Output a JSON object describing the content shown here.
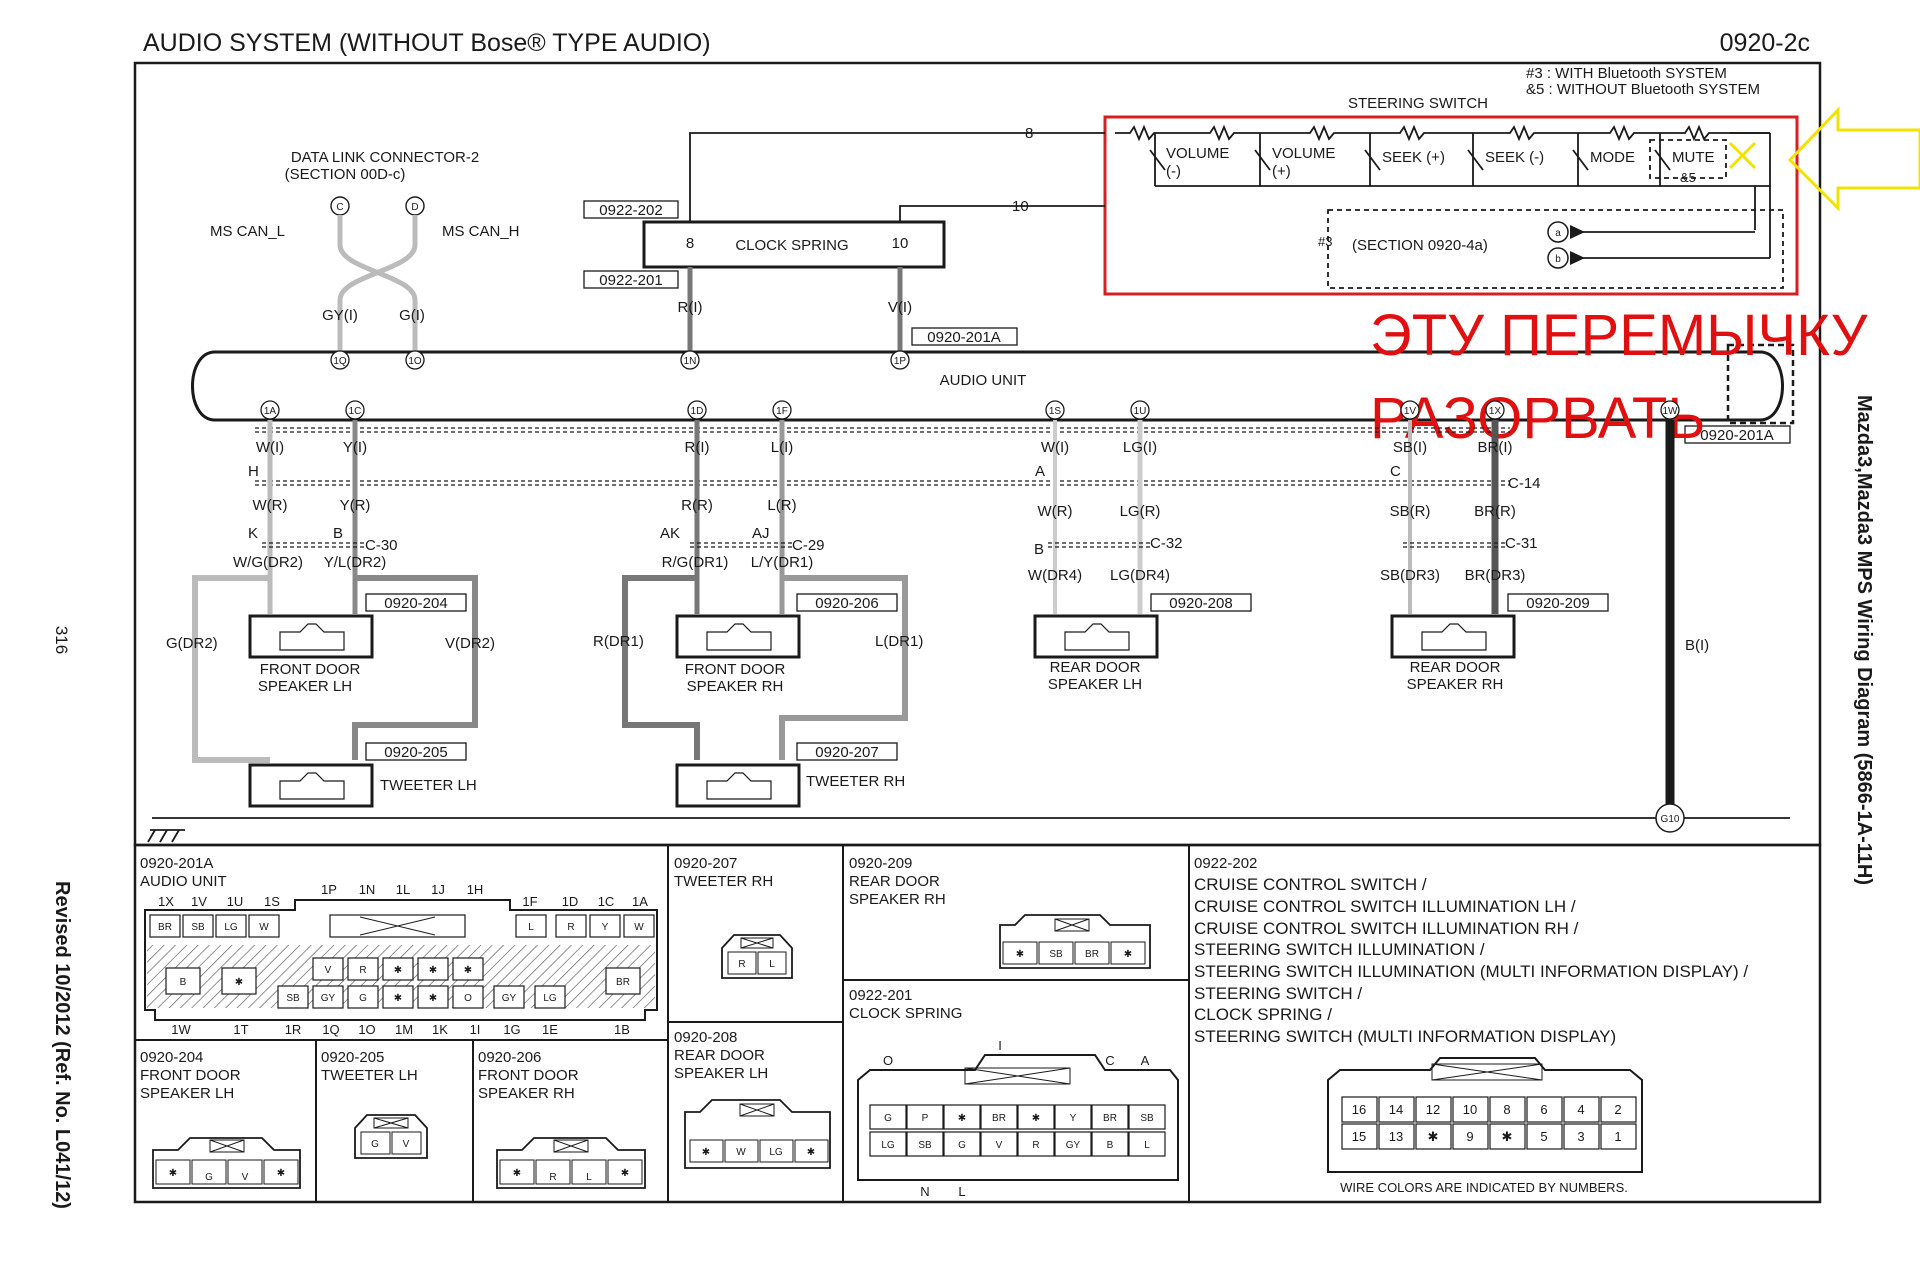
{
  "header": {
    "title": "AUDIO SYSTEM (WITHOUT Bose® TYPE AUDIO)",
    "code": "0920-2c",
    "note1": "#3 : WITH Bluetooth SYSTEM",
    "note2": "&5 : WITHOUT Bluetooth SYSTEM"
  },
  "side": {
    "page_number": "316",
    "revised": "Revised 10/2012 (Ref. No. L041/12)",
    "vehicle": "Mazda3,Mazda3 MPS Wiring Diagram (5866-1A-11H)"
  },
  "annotation": {
    "line1": "ЭТУ ПЕРЕМЫЧКУ",
    "line2": "РАЗОРВАТЬ",
    "color": "#e01010",
    "arrow_color": "#f2e200"
  },
  "steering": {
    "title": "STEERING SWITCH",
    "switches": [
      "VOLUME",
      "(-)",
      "VOLUME",
      "(+)",
      "SEEK (+)",
      "SEEK (-)",
      "MODE",
      "MUTE",
      "&5"
    ],
    "wire_a": "8",
    "wire_b": "10",
    "section_mark": "#3",
    "section": "(SECTION 0920-4a)",
    "pin_a": "a",
    "pin_b": "b"
  },
  "dlc": {
    "title": "DATA LINK CONNECTOR-2",
    "section": "(SECTION 00D-c)",
    "pin_c": "C",
    "pin_d": "D",
    "can_l": "MS CAN_L",
    "can_h": "MS CAN_H",
    "wire_l": "GY(I)",
    "wire_h": "G(I)"
  },
  "clock_spring": {
    "label": "CLOCK SPRING",
    "conn_top": "0922-202",
    "conn_bottom": "0922-201",
    "pin8": "8",
    "pin10": "10",
    "wire_r": "R(I)",
    "wire_v": "V(I)"
  },
  "audio_unit": {
    "label": "AUDIO UNIT",
    "conn_label": "0920-201A",
    "top_pins": [
      "1Q",
      "1O",
      "1N",
      "1P"
    ],
    "bottom_pins": [
      "1A",
      "1C",
      "1D",
      "1F",
      "1S",
      "1U",
      "1V",
      "1X",
      "1W"
    ]
  },
  "wires": {
    "upper": [
      "W(I)",
      "Y(I)",
      "R(I)",
      "L(I)",
      "W(I)",
      "LG(I)",
      "SB(I)",
      "BR(I)"
    ],
    "mid_letters": [
      "H",
      "A",
      "C"
    ],
    "mid": [
      "W(R)",
      "Y(R)",
      "R(R)",
      "L(R)",
      "W(R)",
      "LG(R)",
      "SB(R)",
      "BR(R)"
    ],
    "c14": "C-14",
    "low_letters": [
      "K",
      "B",
      "AK",
      "AJ",
      "B"
    ],
    "c_labels": [
      "C-30",
      "C-29",
      "C-32",
      "C-31"
    ],
    "dr": [
      "W/G(DR2)",
      "Y/L(DR2)",
      "R/G(DR1)",
      "L/Y(DR1)",
      "W(DR4)",
      "LG(DR4)",
      "SB(DR3)",
      "BR(DR3)"
    ],
    "side": [
      "G(DR2)",
      "V(DR2)",
      "R(DR1)",
      "L(DR1)"
    ],
    "ground_wire": "B(I)",
    "ground": "G10"
  },
  "speakers": [
    {
      "conn": "0920-204",
      "name1": "FRONT DOOR",
      "name2": "SPEAKER LH"
    },
    {
      "conn": "0920-206",
      "name1": "FRONT DOOR",
      "name2": "SPEAKER RH"
    },
    {
      "conn": "0920-208",
      "name1": "REAR DOOR",
      "name2": "SPEAKER LH"
    },
    {
      "conn": "0920-209",
      "name1": "REAR DOOR",
      "name2": "SPEAKER RH"
    }
  ],
  "tweeters": [
    {
      "conn": "0920-205",
      "name": "TWEETER LH"
    },
    {
      "conn": "0920-207",
      "name": "TWEETER RH"
    }
  ],
  "connectors": {
    "c201a": {
      "id": "0920-201A",
      "name": "AUDIO UNIT",
      "top_left": [
        "1X",
        "1V",
        "1U",
        "1S"
      ],
      "top_mid": [
        "1P",
        "1N",
        "1L",
        "1J",
        "1H"
      ],
      "top_right": [
        "1F",
        "1D",
        "1C",
        "1A"
      ],
      "row1_left": [
        "BR",
        "SB",
        "LG",
        "W"
      ],
      "row1_right": [
        "L",
        "R",
        "Y",
        "W"
      ],
      "row2": [
        "V",
        "R",
        "✱",
        "✱",
        "✱"
      ],
      "row2_left": [
        "B",
        "✱"
      ],
      "row3": [
        "SB",
        "GY",
        "G",
        "✱",
        "✱",
        "O",
        "GY",
        "LG"
      ],
      "row2_right": "BR",
      "bottom": [
        "1W",
        "1T",
        "1R",
        "1Q",
        "1O",
        "1M",
        "1K",
        "1I",
        "1G",
        "1E",
        "1B"
      ]
    },
    "c207": {
      "id": "0920-207",
      "name": "TWEETER RH",
      "pins": [
        "R",
        "L"
      ]
    },
    "c209": {
      "id": "0920-209",
      "name1": "REAR DOOR",
      "name2": "SPEAKER RH",
      "pins": [
        "✱",
        "SB",
        "BR",
        "✱"
      ]
    },
    "c208": {
      "id": "0920-208",
      "name1": "REAR DOOR",
      "name2": "SPEAKER LH",
      "pins": [
        "✱",
        "W",
        "LG",
        "✱"
      ]
    },
    "c204": {
      "id": "0920-204",
      "name1": "FRONT DOOR",
      "name2": "SPEAKER LH",
      "pins": [
        "✱",
        "G",
        "V",
        "✱"
      ]
    },
    "c205": {
      "id": "0920-205",
      "name": "TWEETER LH",
      "pins": [
        "G",
        "V"
      ]
    },
    "c206": {
      "id": "0920-206",
      "name1": "FRONT DOOR",
      "name2": "SPEAKER RH",
      "pins": [
        "✱",
        "R",
        "L",
        "✱"
      ]
    },
    "c201": {
      "id": "0922-201",
      "name": "CLOCK SPRING",
      "top": [
        "O",
        "I",
        "C",
        "A"
      ],
      "row1": [
        "G",
        "P",
        "✱",
        "BR",
        "✱",
        "Y",
        "BR",
        "SB"
      ],
      "row2": [
        "LG",
        "SB",
        "G",
        "V",
        "R",
        "GY",
        "B",
        "L"
      ],
      "bottom": [
        "N",
        "L"
      ]
    },
    "c202": {
      "id": "0922-202",
      "lines": [
        "CRUISE CONTROL SWITCH /",
        "CRUISE CONTROL SWITCH ILLUMINATION LH /",
        "CRUISE CONTROL SWITCH ILLUMINATION RH /",
        "STEERING SWITCH ILLUMINATION /",
        "STEERING SWITCH ILLUMINATION (MULTI INFORMATION DISPLAY) /",
        "STEERING SWITCH /",
        "CLOCK SPRING /",
        "STEERING SWITCH (MULTI INFORMATION DISPLAY)"
      ],
      "row1": [
        "16",
        "14",
        "12",
        "10",
        "8",
        "6",
        "4",
        "2"
      ],
      "row2": [
        "15",
        "13",
        "✱",
        "9",
        "✱",
        "5",
        "3",
        "1"
      ],
      "note": "WIRE COLORS ARE INDICATED BY NUMBERS."
    }
  }
}
